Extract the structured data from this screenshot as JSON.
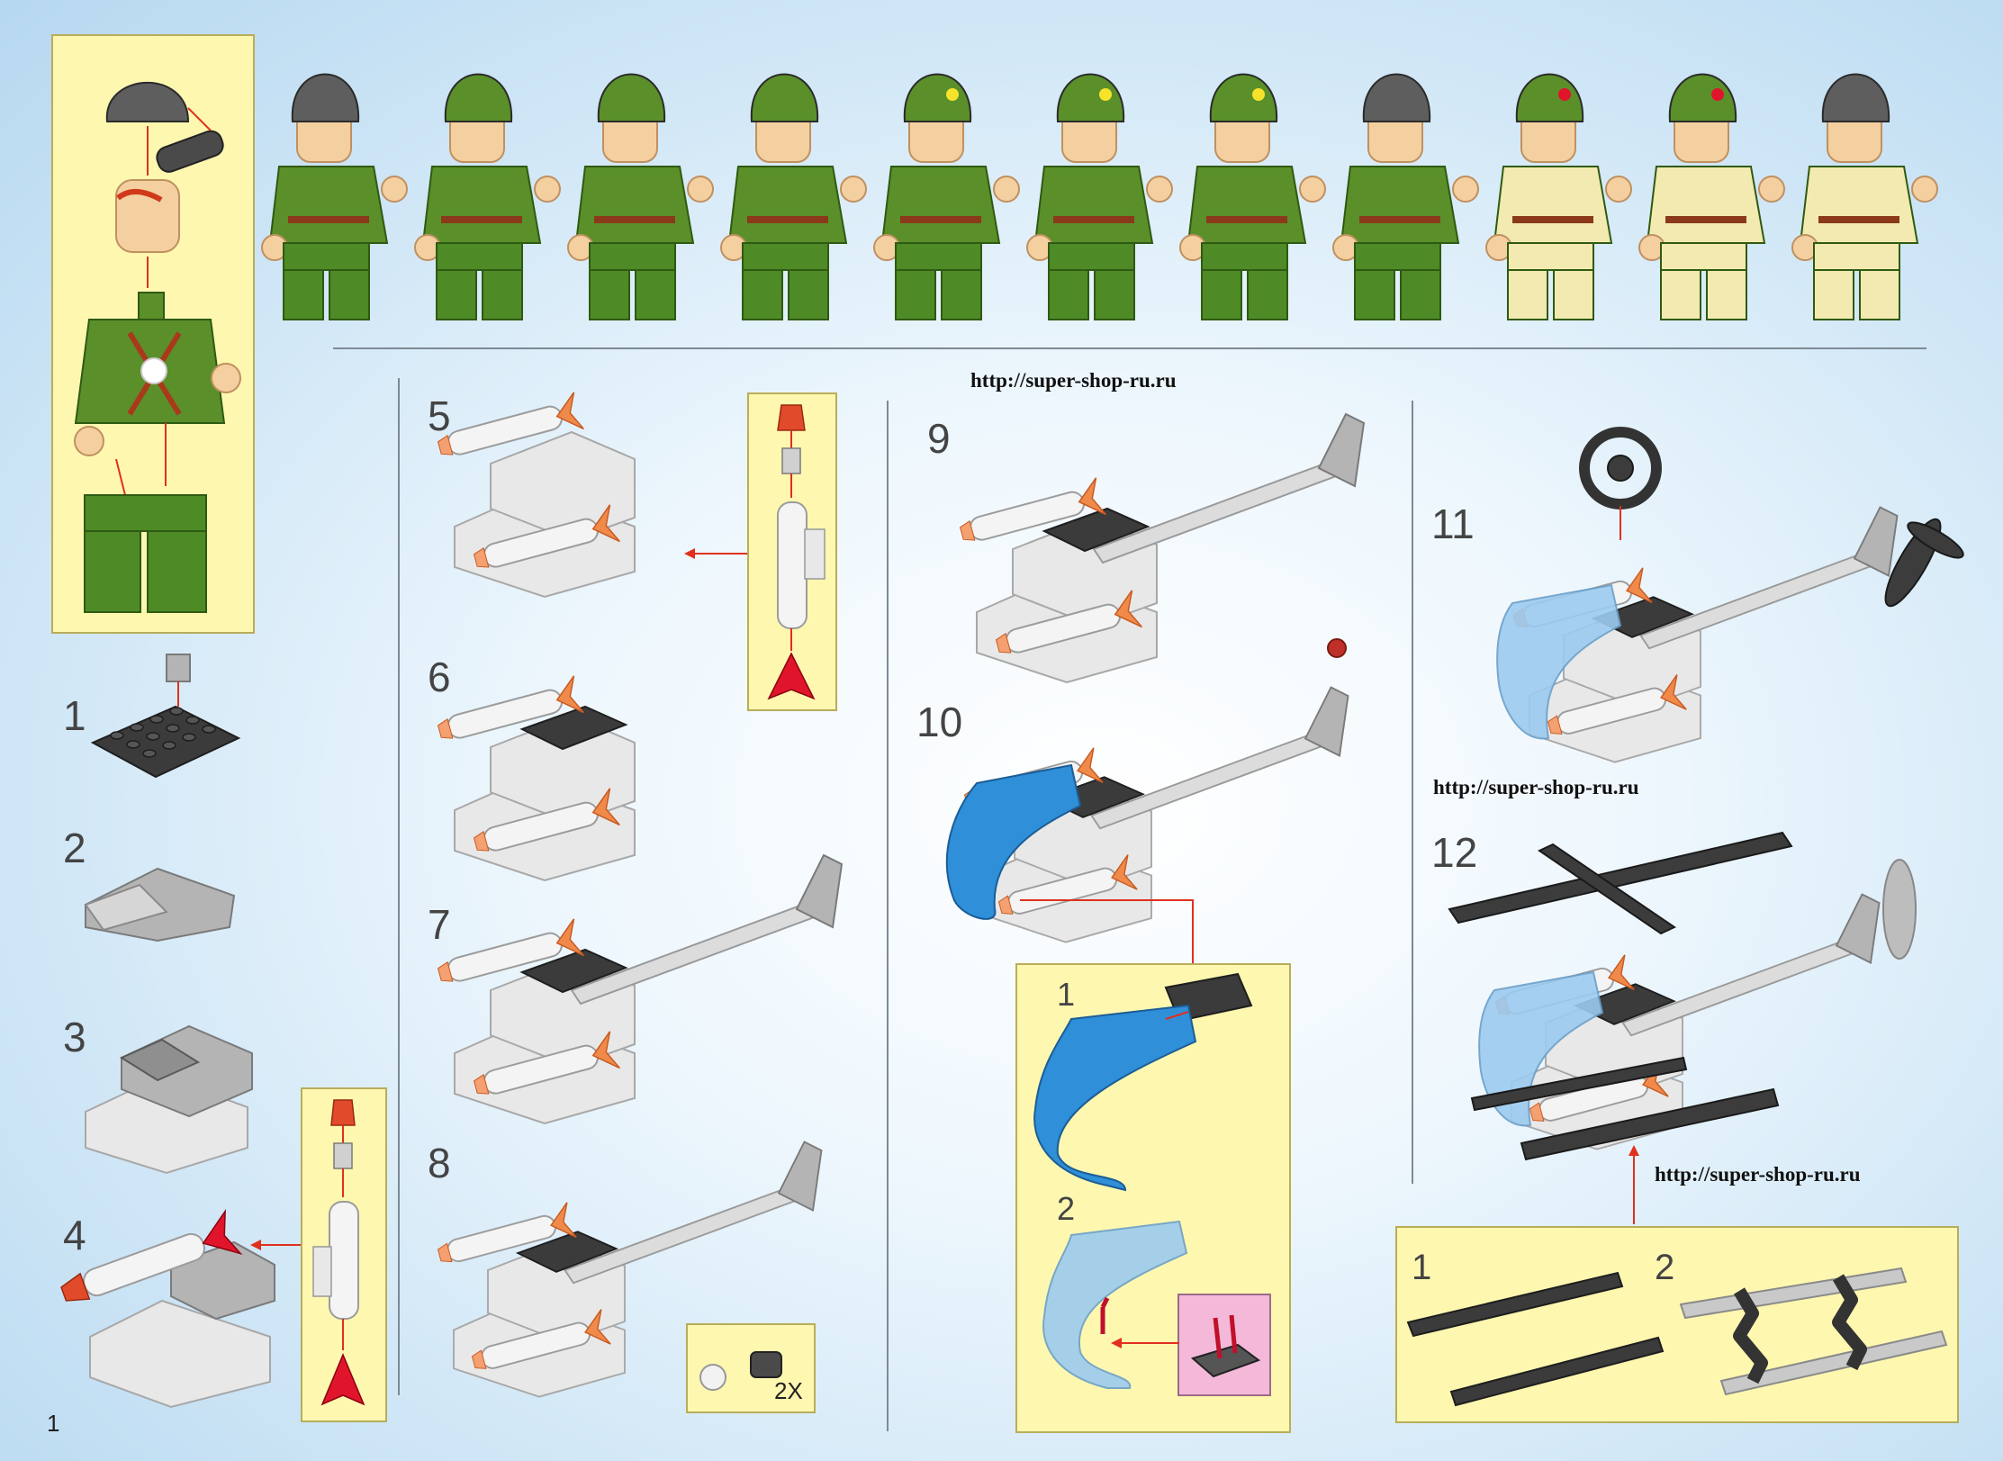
{
  "page": {
    "number": "1"
  },
  "watermark": {
    "url": "http://super-shop-ru.ru"
  },
  "minifigs": {
    "count": 11,
    "figures": [
      {
        "id": "pilot",
        "helmet": "gray-flight",
        "body": "#5a8f2a"
      },
      {
        "id": "soldier-2",
        "helmet": "green",
        "body": "#5a8f2a"
      },
      {
        "id": "soldier-3",
        "helmet": "green",
        "body": "#5a8f2a"
      },
      {
        "id": "soldier-4",
        "helmet": "green",
        "body": "#5a8f2a"
      },
      {
        "id": "soldier-5",
        "helmet": "green-star-yellow",
        "body": "#5a8f2a"
      },
      {
        "id": "soldier-6",
        "helmet": "green-star-yellow",
        "body": "#5a8f2a"
      },
      {
        "id": "soldier-7",
        "helmet": "green-star-yellow",
        "body": "#5a8f2a"
      },
      {
        "id": "officer-8",
        "helmet": "gray-cap",
        "body": "#5a8f2a"
      },
      {
        "id": "soldier-9",
        "helmet": "green-star-red",
        "body": "#f2eab0"
      },
      {
        "id": "soldier-10",
        "helmet": "green-star-red",
        "body": "#f2eab0"
      },
      {
        "id": "officer-11",
        "helmet": "gray-cap",
        "body": "#f2eab0"
      }
    ]
  },
  "steps": {
    "s1": "1",
    "s2": "2",
    "s3": "3",
    "s4": "4",
    "s5": "5",
    "s6": "6",
    "s7": "7",
    "s8": "8",
    "s9": "9",
    "s10": "10",
    "s11": "11",
    "s12": "12"
  },
  "substeps": {
    "canopy_1": "1",
    "canopy_2": "2",
    "skids_1": "1",
    "skids_2": "2"
  },
  "quantity": {
    "step8_parts": "2X"
  },
  "colors": {
    "panel_bg": "#fdf7b0",
    "pink_bg": "#f4b8d8",
    "arrow": "#e0301e",
    "army_green": "#5a8f2a"
  }
}
